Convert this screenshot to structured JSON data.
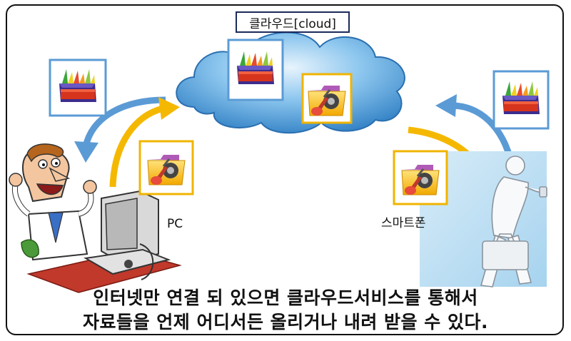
{
  "cloud_label": "클라우드[cloud]",
  "pc_label": "PC",
  "phone_label": "스마트폰",
  "caption": {
    "line1": "인터넷만 연결 되 있으면 클라우드서비스를 통해서",
    "line2": "자료들을 언제 어디서든 올리거나 내려 받을 수 있다."
  },
  "colors": {
    "frame": "#111111",
    "arrow_blue": "#5b9bd5",
    "arrow_yellow": "#f5b800",
    "icon_border_blue": "#5b9bd5",
    "icon_border_yellow": "#f0b400",
    "cloud": "#3f93d6",
    "phone_panel": "#cde6f6"
  },
  "icons": [
    "file-box-icon",
    "music-folder-icon",
    "man-at-computer-illustration",
    "walking-businessman-illustration"
  ]
}
